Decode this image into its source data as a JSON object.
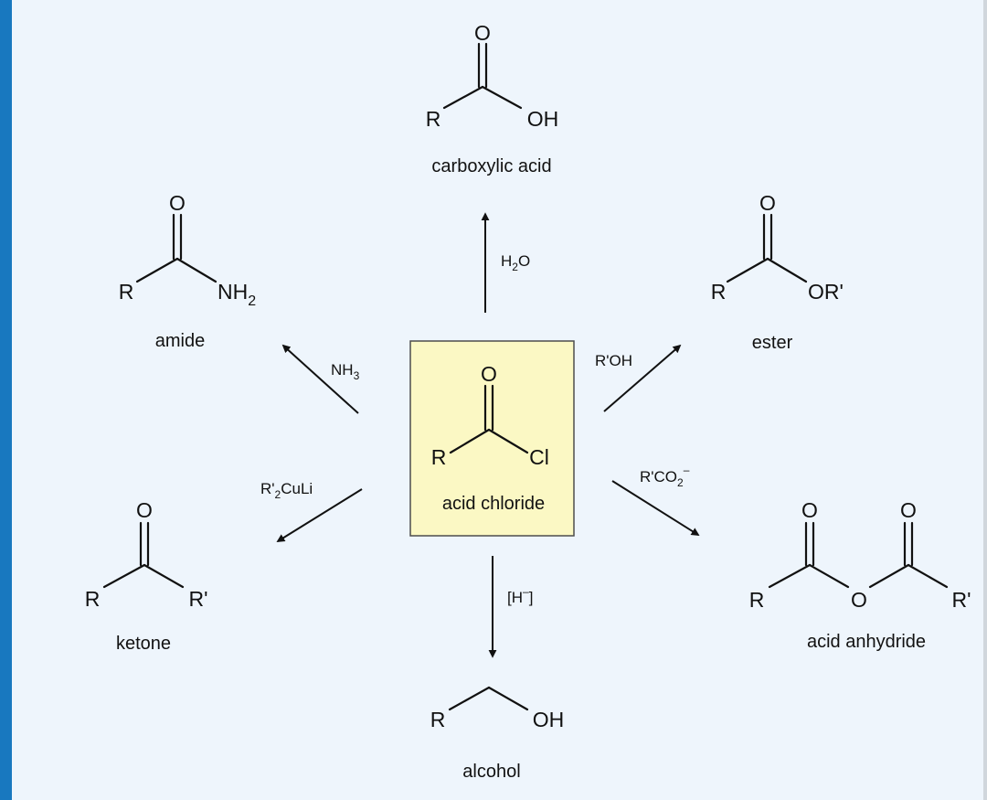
{
  "colors": {
    "background": "#eef5fc",
    "accent_bar": "#1878bf",
    "center_box_fill": "#fbf8c4",
    "center_box_stroke": "#4d4d4d",
    "ink": "#111111"
  },
  "center": {
    "name": "acid chloride",
    "atoms": {
      "o": "O",
      "r": "R",
      "cl": "Cl"
    }
  },
  "products": {
    "carboxylic_acid": {
      "name": "carboxylic acid",
      "atoms": {
        "o": "O",
        "r": "R",
        "oh": "OH"
      }
    },
    "amide": {
      "name": "amide",
      "atoms": {
        "o": "O",
        "r": "R",
        "nh": "NH",
        "nh_sub": "2"
      }
    },
    "ester": {
      "name": "ester",
      "atoms": {
        "o": "O",
        "r": "R",
        "or": "OR'"
      }
    },
    "ketone": {
      "name": "ketone",
      "atoms": {
        "o": "O",
        "r": "R",
        "r2": "R'"
      }
    },
    "acid_anhydride": {
      "name": "acid anhydride",
      "atoms": {
        "o1": "O",
        "o2": "O",
        "o3": "O",
        "r": "R",
        "r2": "R'"
      }
    },
    "alcohol": {
      "name": "alcohol",
      "atoms": {
        "r": "R",
        "oh": "OH"
      }
    }
  },
  "reagents": {
    "water": {
      "main": "H",
      "sub": "2",
      "tail": "O"
    },
    "ammonia": {
      "main": "NH",
      "sub": "3"
    },
    "alcohol": {
      "main": "R'OH"
    },
    "cuprate": {
      "main": "R'",
      "sub": "2",
      "tail": "CuLi"
    },
    "carboxylate": {
      "main": "R'CO",
      "sub": "2",
      "sup": "–"
    },
    "hydride": {
      "open": "[H",
      "sup": "–",
      "close": "]"
    }
  }
}
